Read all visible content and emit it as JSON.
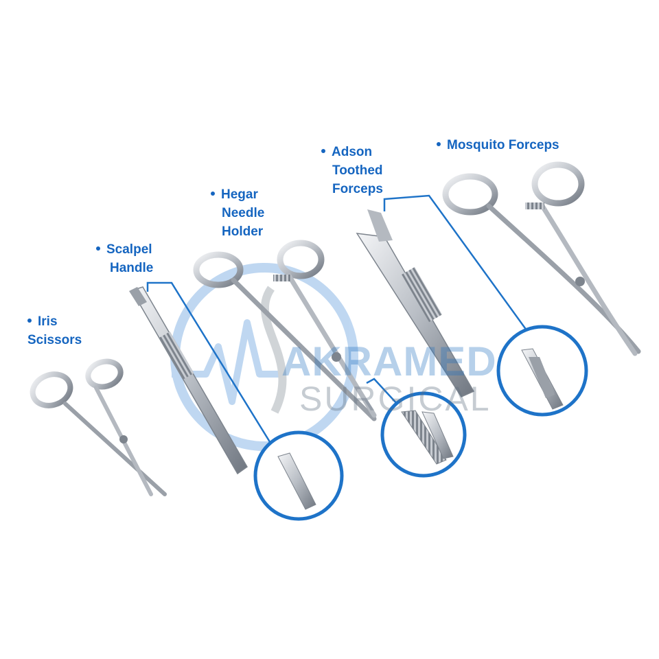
{
  "labels": {
    "iris_scissors": [
      "Iris",
      "Scissors"
    ],
    "scalpel_handle": [
      "Scalpel",
      "Handle"
    ],
    "hegar_needle_holder": [
      "Hegar",
      "Needle",
      "Holder"
    ],
    "adson_toothed_forceps": [
      "Adson",
      "Toothed",
      "Forceps"
    ],
    "mosquito_forceps": [
      "Mosquito Forceps"
    ]
  },
  "watermark": {
    "brand": "AKRAMED",
    "sub": "SURGICAL"
  },
  "colors": {
    "label_blue": "#1565c0",
    "callout_blue": "#1e73c8",
    "steel_light": "#dcdfe3",
    "steel_dark": "#8a9099"
  }
}
